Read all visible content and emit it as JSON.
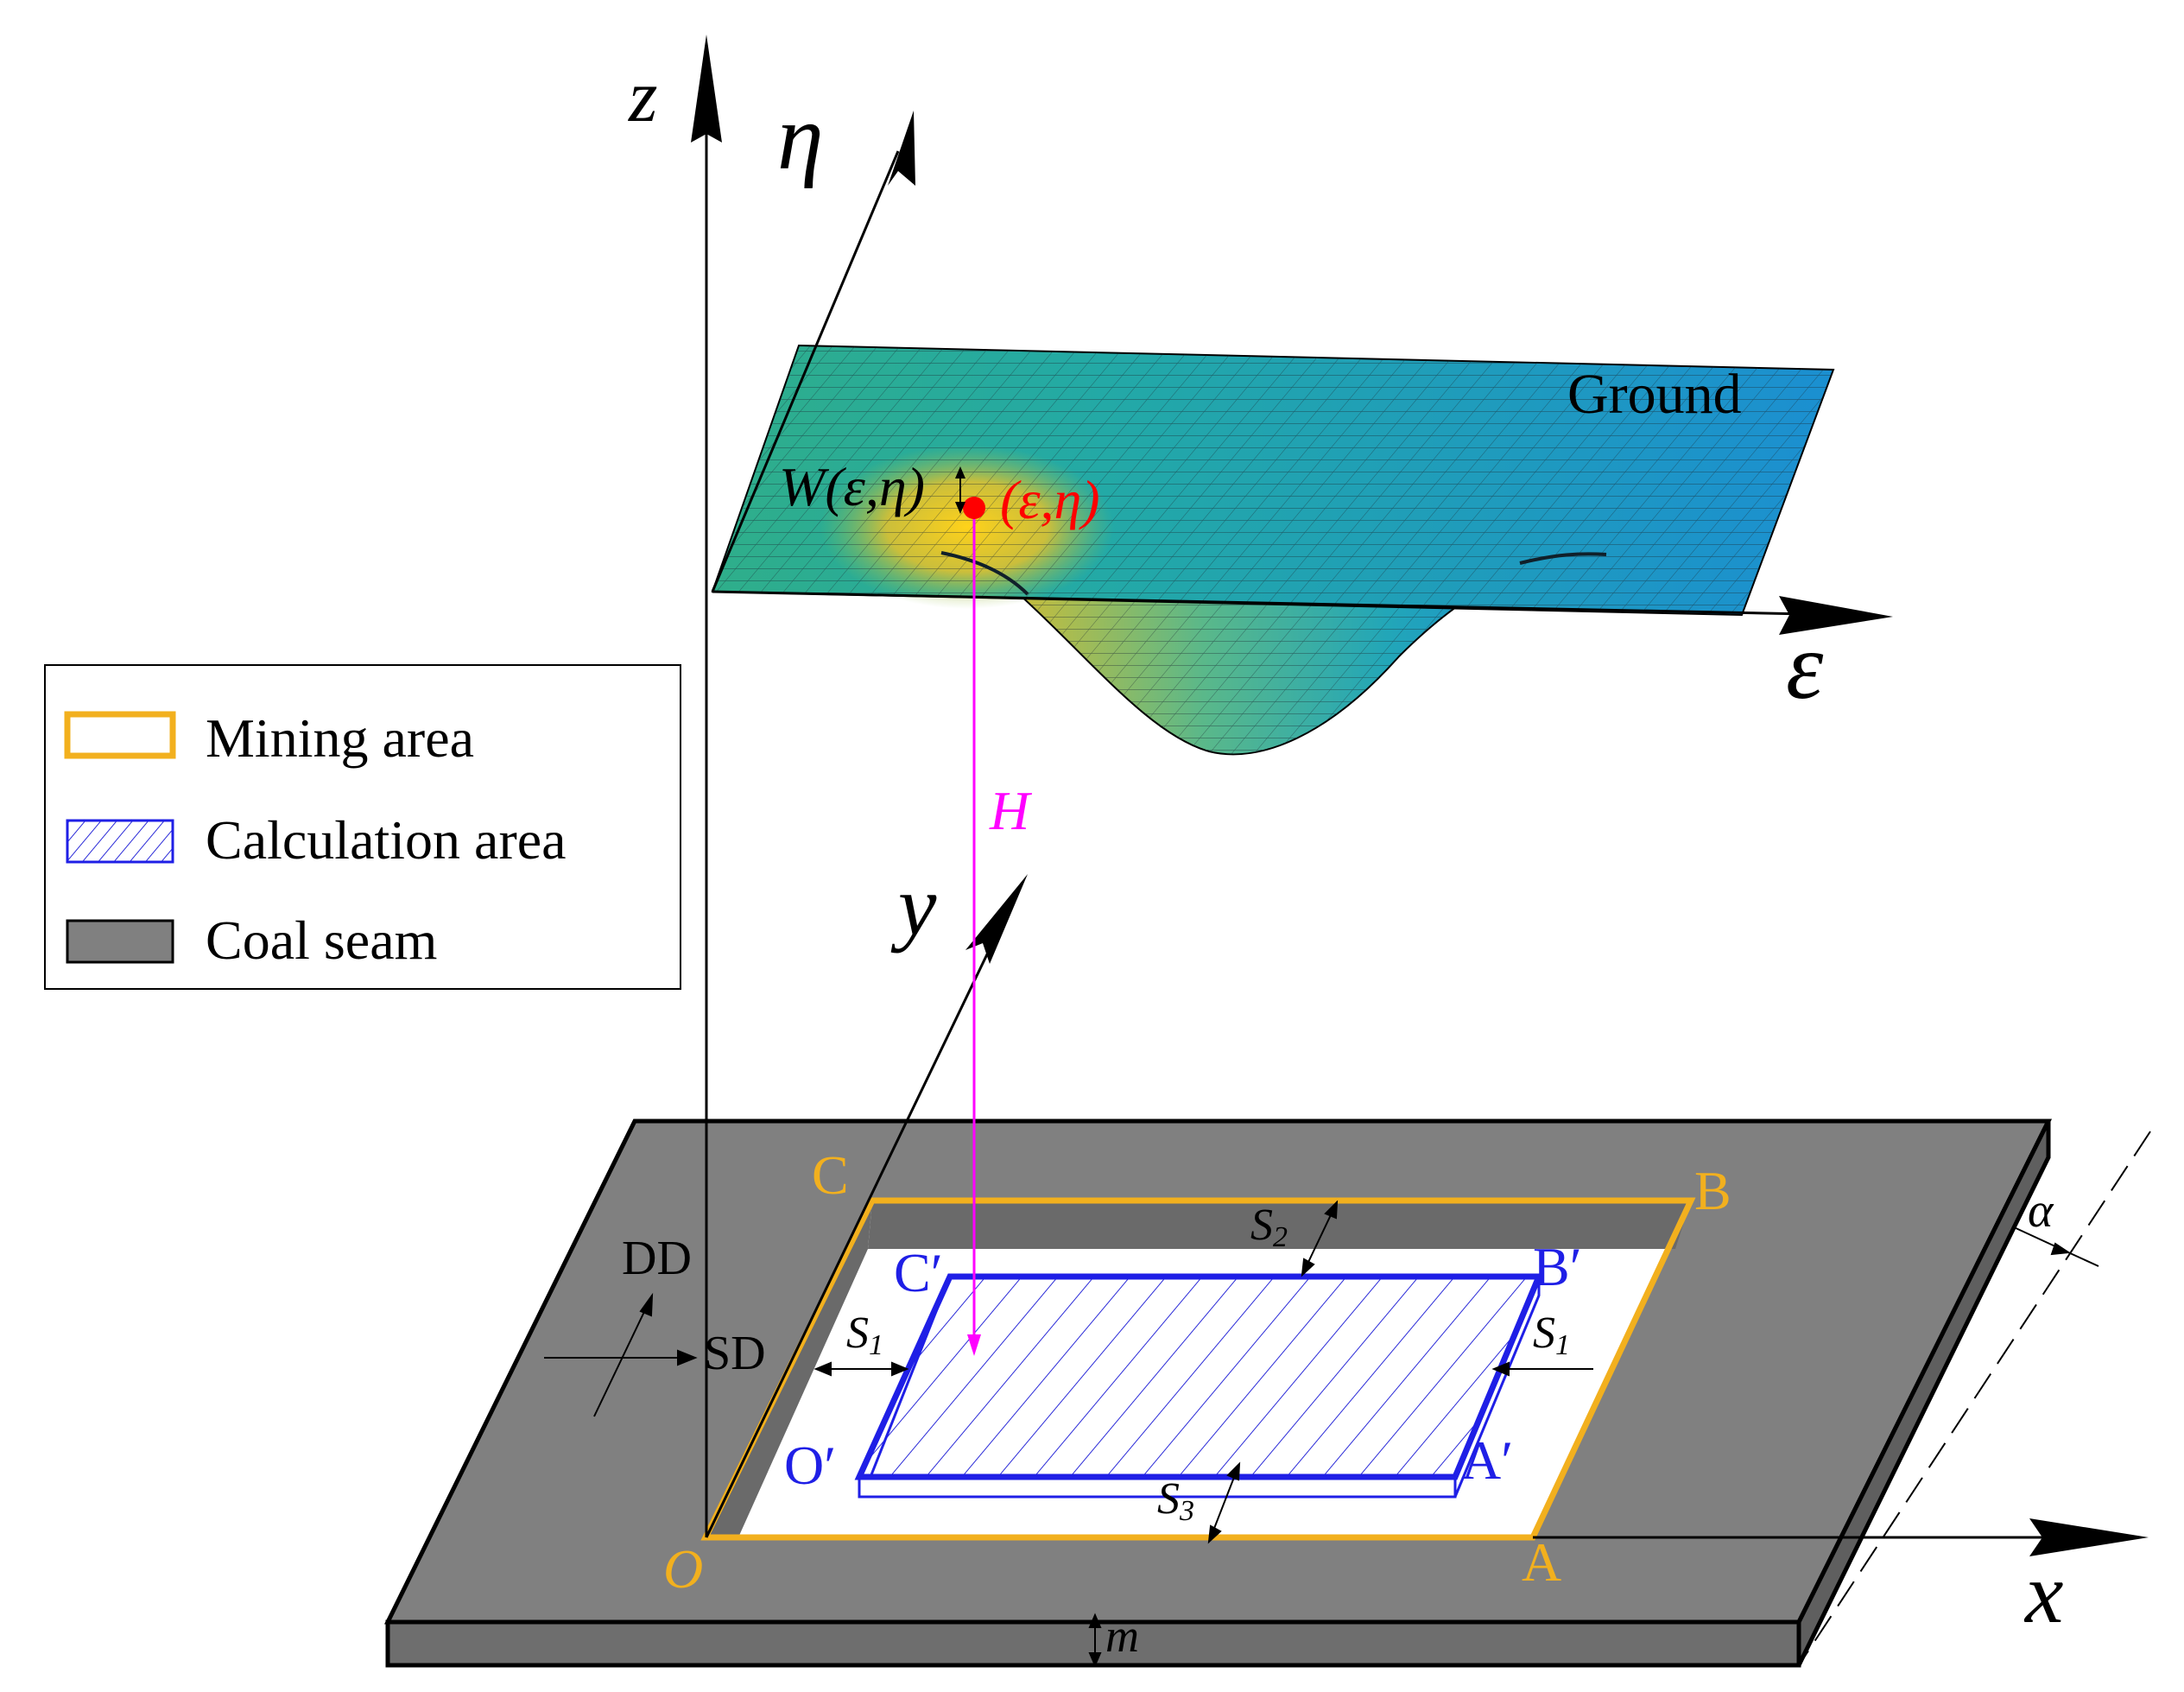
{
  "axes": {
    "z": "z",
    "eta": "η",
    "epsilon": "ε",
    "x": "x",
    "y": "y"
  },
  "surface": {
    "ground_label": "Ground",
    "subsidence_label": "W(ε,η)",
    "point_label": "(ε,η)"
  },
  "depth_label": "H",
  "mining_area": {
    "corners": {
      "O": "O",
      "A": "A",
      "B": "B",
      "C": "C"
    }
  },
  "calculation_area": {
    "corners": {
      "O": "O′",
      "A": "A′",
      "B": "B′",
      "C": "C′"
    }
  },
  "offsets": {
    "s1_left_main": "S",
    "s1_left_sub": "1",
    "s1_right_main": "S",
    "s1_right_sub": "1",
    "s2_main": "S",
    "s2_sub": "2",
    "s3_main": "S",
    "s3_sub": "3"
  },
  "directions": {
    "dip": "DD",
    "strike": "SD"
  },
  "thickness_label": "m",
  "angle_label": "α",
  "legend": {
    "items": [
      {
        "label": "Mining area",
        "symbol": "orange-outline"
      },
      {
        "label": "Calculation area",
        "symbol": "blue-hatch"
      },
      {
        "label": "Coal seam",
        "symbol": "gray-fill"
      }
    ]
  },
  "colors": {
    "mining_area": "#f2b01e",
    "calculation_area": "#1f1fe6",
    "coal_seam": "#808080",
    "depth_line": "#ff00ff",
    "point": "#ff0000"
  }
}
